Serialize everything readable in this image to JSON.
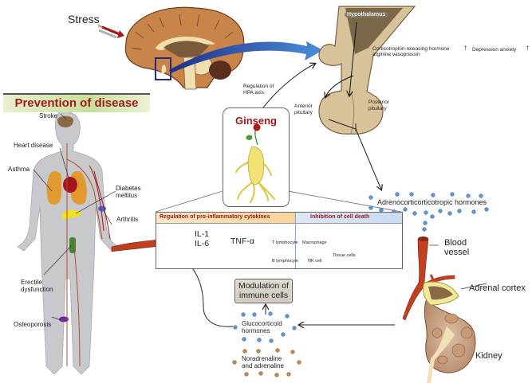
{
  "title": "Ginseng effects on HPA axis and prevention of disease",
  "stress_label": "Stress",
  "prevention": {
    "title": "Prevention of disease",
    "labels": {
      "stroke": "Stroke",
      "heart_disease": "Heart disease",
      "asthma": "Asthma",
      "diabetes_line1": "Diabetes",
      "diabetes_line2": "mellitus",
      "arthritis": "Arthritis",
      "erectile_line1": "Erectile",
      "erectile_line2": "dysfunction",
      "osteoporosis": "Osteoporosis"
    }
  },
  "hpa": {
    "hypothalamus": "Hypothalamus",
    "crh_line1": "Corticotrophin-releasing hormone",
    "crh_line2": "arginine vasopressin",
    "up_arrow": "↑",
    "depression": "Depression anxiety",
    "regulation_line1": "Regulation of",
    "regulation_line2": "HPA axis",
    "anterior_line1": "Anterior",
    "anterior_line2": "pituitary",
    "posterior_line1": "Posterior",
    "posterior_line2": "pituitary"
  },
  "ginseng": {
    "title": "Ginseng"
  },
  "panel": {
    "left_header": "Regulation of pro-inflammatory cytokines",
    "right_header": "Inhibition of cell death",
    "cytokines": [
      "IL-1",
      "IL-6",
      "TNF-α"
    ],
    "cells": [
      "T lymphocyte",
      "Macrophage",
      "B lymphocyte",
      "NK cell",
      "Tissue cells"
    ]
  },
  "acth_label": "Adrenocorticorticotropic hormones",
  "blood_vessel_line1": "Blood",
  "blood_vessel_line2": "vessel",
  "adrenal_cortex": "Adrenal cortex",
  "kidney": "Kidney",
  "modulation_line1": "Modulation of",
  "modulation_line2": "immune cells",
  "glucocorticoid_line1": "Glucocorticoid",
  "glucocorticoid_line2": "hormones",
  "noradrenaline_line1": "Noradrenaline",
  "noradrenaline_line2": "and adrenaline",
  "colors": {
    "accent_red": "#a0191f",
    "hormone_blue": "#5b9bd5",
    "hormone_orange": "#d08a2a",
    "brain": "#c9844a",
    "vessel": "#b83a20"
  }
}
